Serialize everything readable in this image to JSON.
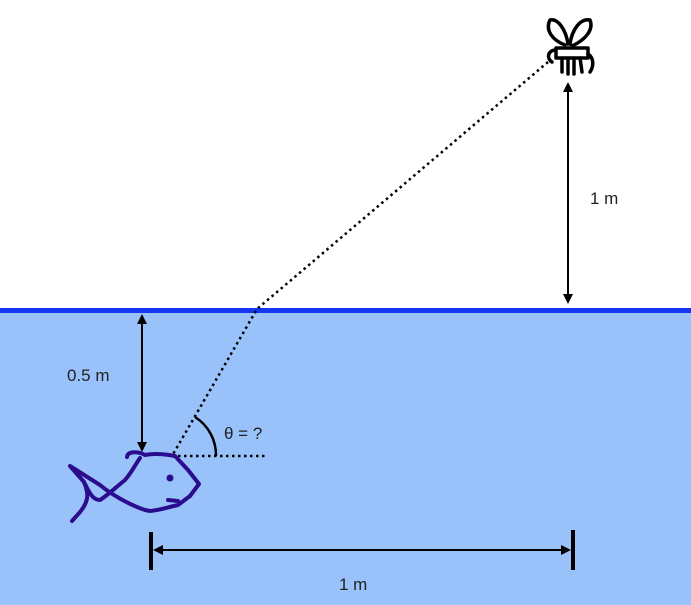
{
  "labels": {
    "fly_height": "1 m",
    "fish_depth": "0.5 m",
    "horizontal_distance": "1 m",
    "angle": "θ = ?"
  },
  "colors": {
    "water": "#99c2fb",
    "surface": "#1637f0",
    "fish": "#2b0c8f",
    "ink": "#000000"
  },
  "icons": [
    "fly-icon",
    "fish-icon"
  ]
}
